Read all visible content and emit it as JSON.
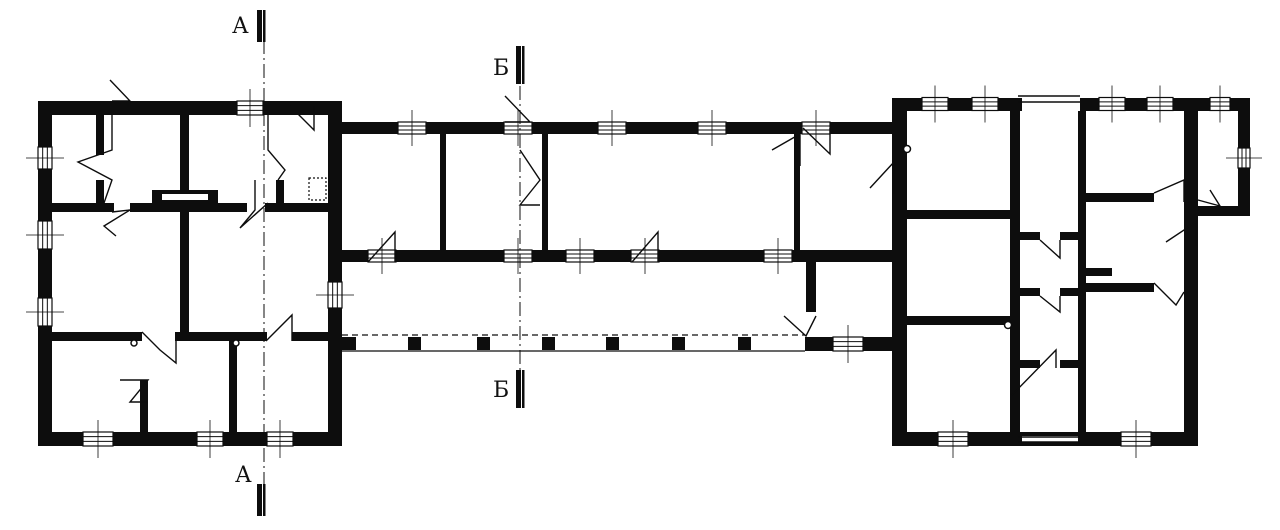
{
  "section_labels": {
    "a_top": "А",
    "a_bottom": "А",
    "b_top": "Б",
    "b_bottom": "Б"
  },
  "colors": {
    "ink": "#0d0d0d",
    "paper": "#ffffff"
  }
}
